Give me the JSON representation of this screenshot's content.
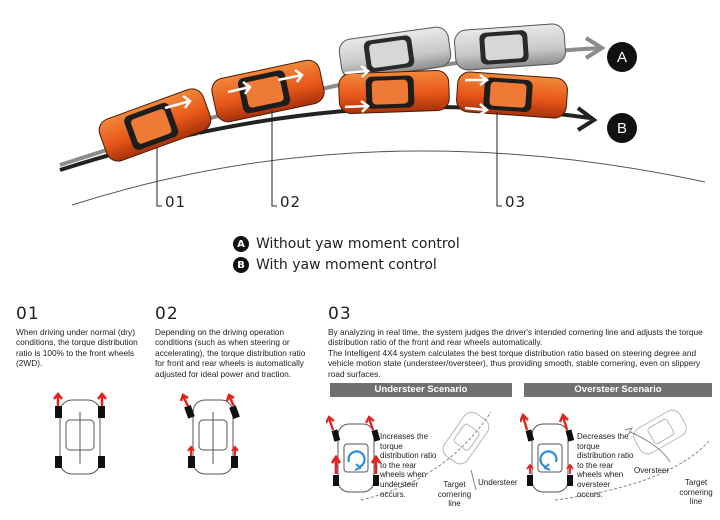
{
  "diagram": {
    "route_markers": {
      "a": "A",
      "b": "B"
    },
    "steps": [
      {
        "label": "01"
      },
      {
        "label": "02"
      },
      {
        "label": "03"
      }
    ],
    "legend": [
      {
        "badge": "A",
        "text": "Without yaw moment control"
      },
      {
        "badge": "B",
        "text": "With yaw moment control"
      }
    ]
  },
  "sections": [
    {
      "number": "01",
      "text": "When driving under normal (dry) conditions, the torque distribution ratio is 100% to the front wheels (2WD)."
    },
    {
      "number": "02",
      "text": "Depending on the driving operation conditions (such as when steering or accelerating), the torque distribution ratio for front and rear wheels is automatically adjusted for ideal power and traction."
    },
    {
      "number": "03",
      "text": "By analyzing in real time, the system judges the driver's intended cornering line and adjusts the torque distribution ratio of the front and rear wheels automatically.",
      "text2": "The Intelligent 4X4 system calculates  the best torque distribution ratio based on steering degree and vehicle motion state (understeer/oversteer), thus providing smooth, stable cornering, even on slippery road surfaces."
    }
  ],
  "scenarios": [
    {
      "title": "Understeer Scenario",
      "description": "Increases the torque distribution ratio to the rear wheels when understeer occurs.",
      "tag": "Understeer",
      "target": "Target cornering line"
    },
    {
      "title": "Oversteer Scenario",
      "description": "Decreases the torque distribution ratio to the rear wheels when oversteer occurs.",
      "tag": "Oversteer",
      "target": "Target cornering line"
    }
  ],
  "colors": {
    "car_orange": "#e8581a",
    "car_dark": "#1d1d1d",
    "arrow_red": "#e3201b",
    "bar_gray": "#707070",
    "ghost_gray": "#9a9a9a"
  }
}
